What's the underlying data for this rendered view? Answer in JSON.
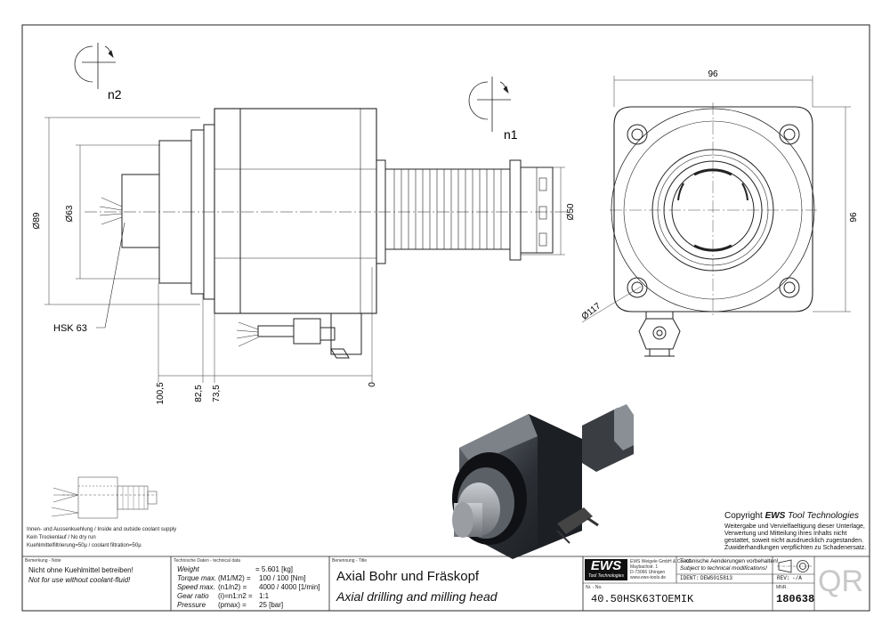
{
  "dimensions": {
    "top_width": "96",
    "right_height": "96",
    "d89": "Ø89",
    "d63": "Ø63",
    "d50": "Ø50",
    "d117": "Ø117",
    "l100_5": "100,5",
    "l82_5": "82,5",
    "l73_5": "73,5",
    "zero": "0"
  },
  "rotation_labels": {
    "n1": "n1",
    "n2": "n2"
  },
  "callout": {
    "hsk": "HSK 63"
  },
  "coolant_notes": [
    "Innen- und Aussenkuehlung / Inside and outside coolant supply",
    "Kein Trockenlauf / No dry run",
    "Kuehlmittelfiltrierung=50µ / coolant filtration=50µ"
  ],
  "copyright": {
    "prefix": "Copyright ",
    "brand": "EWS",
    "suffix": " Tool Technologies",
    "lines": [
      "Weitergabe und Vervielfaeltigung dieser Unterlage,",
      "Verwertung und Mitteilung ihres Inhalts nicht",
      "gestattet, soweit nicht ausdruecklich zugestanden.",
      "Zuwiderhandlungen verpflichten zu Schadenersatz."
    ]
  },
  "title_block": {
    "note_header": "Bemerkung - Note",
    "note_de": "Nicht ohne Kuehlmittel betreiben!",
    "note_en": "Not for use without coolant-fluid!",
    "tech_header": "Technische Daten - technical data",
    "tech_rows": [
      {
        "label": "Weight",
        "param": "",
        "value": "= 5.601 [kg]"
      },
      {
        "label": "Torque max.",
        "param": "(M1/M2) =",
        "value": "100 / 100 [Nm]"
      },
      {
        "label": "Speed max.",
        "param": "(n1/n2) =",
        "value": "4000 / 4000 [1/min]"
      },
      {
        "label": "Gear ratio",
        "param": "(i)=n1:n2 =",
        "value": "1:1"
      },
      {
        "label": "Pressure",
        "param": "(pmax) =",
        "value": "25 [bar]"
      }
    ],
    "title_header": "Benennung - Title",
    "title_de": "Axial Bohr und Fräskopf",
    "title_en": "Axial drilling and milling head",
    "logo": "EWS",
    "logo_sub": "Tool Technologies",
    "company_lines": [
      "EWS Weigele GmbH & Co. KG",
      "Maybachstr. 1",
      "D-73066 Uhingen",
      "www.ews-tools.de"
    ],
    "change_de": "Technische Aenderungen vorbehalten!",
    "change_en": "Subject to technical modifications!",
    "ident_label": "IDENT:",
    "ident_value": "DEWS015813",
    "rev_label": "REV:",
    "rev_value": "-/A",
    "nr_label": "Nr. - No.",
    "part_no": "40.50HSK63TOEMIK",
    "mnr_label": "MNR.",
    "mnr_value": "180638",
    "qr": "QR"
  }
}
